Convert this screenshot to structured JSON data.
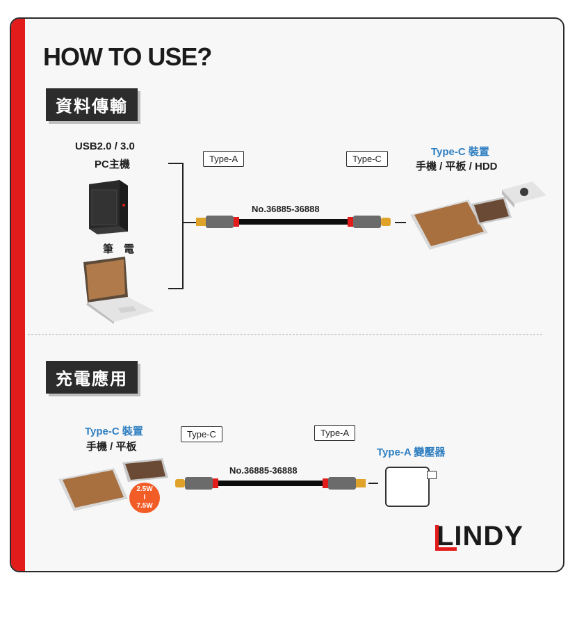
{
  "title": "HOW TO USE?",
  "section1": {
    "label": "資料傳輸",
    "source_title": "USB2.0 / 3.0",
    "source_pc": "PC主機",
    "source_laptop": "筆　電",
    "tag_left": "Type-A",
    "tag_right": "Type-C",
    "model": "No.36885-36888",
    "dest_title": "Type-C 裝置",
    "dest_sub": "手機 / 平板 / HDD"
  },
  "section2": {
    "label": "充電應用",
    "src_title": "Type-C 裝置",
    "src_sub": "手機 / 平板",
    "badge_top": "2.5W",
    "badge_mid": "I",
    "badge_bottom": "7.5W",
    "tag_left": "Type-C",
    "tag_right": "Type-A",
    "model": "No.36885-36888",
    "adapter_label": "Type-A 變壓器"
  },
  "brand": "LINDY",
  "colors": {
    "accent_red": "#e21b1b",
    "accent_blue": "#2f7fc1",
    "badge_orange": "#f25c26"
  }
}
